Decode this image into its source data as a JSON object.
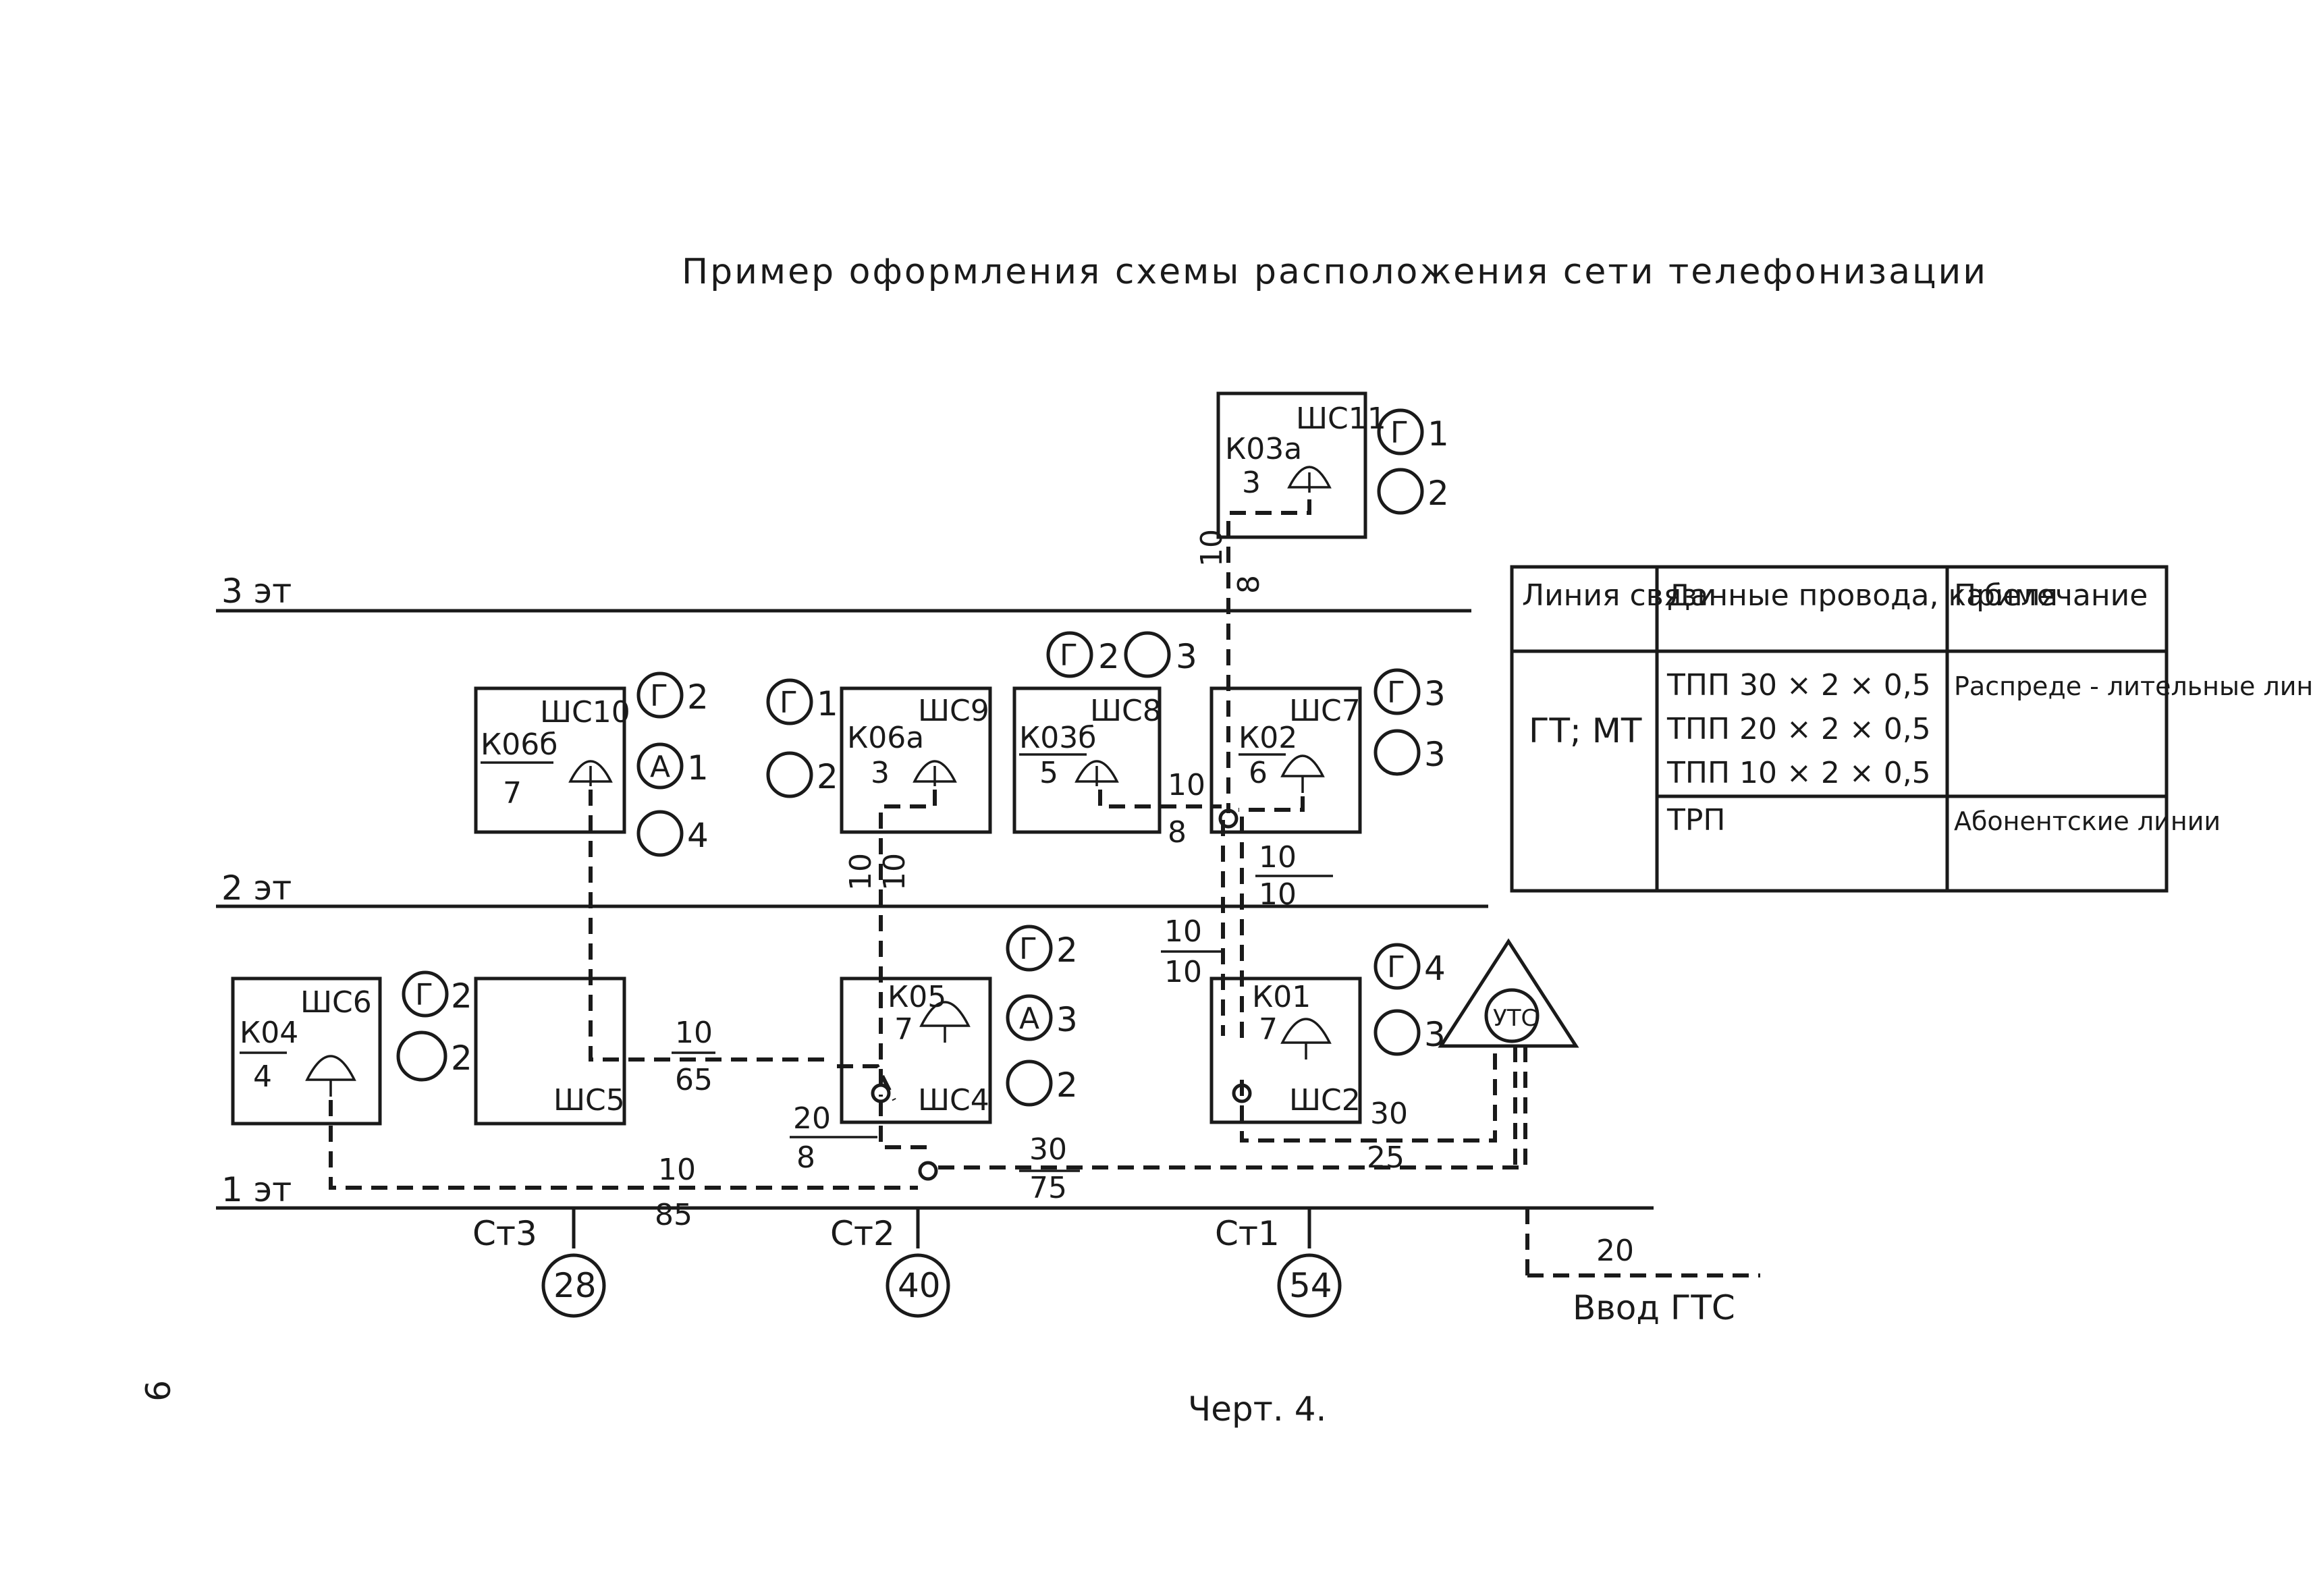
{
  "title": "Пример оформления схемы расположения сети телефонизации",
  "caption": "Черт. 4.",
  "page_number": "9",
  "floors": {
    "f3": "3 эт",
    "f2": "2 эт",
    "f1": "1 эт"
  },
  "cabinets": {
    "shs11": {
      "name": "ШС11",
      "box": "К03а",
      "count": "3",
      "markers": [
        "Г",
        "1",
        "",
        "2"
      ]
    },
    "shs10": {
      "name": "ШС10",
      "box": "К06б",
      "count": "7",
      "markers": [
        "Г",
        "2",
        "А",
        "1",
        "",
        "4"
      ]
    },
    "shs9": {
      "name": "ШС9",
      "box": "К06а",
      "count": "3",
      "markers": [
        "Г",
        "1",
        "",
        "2"
      ]
    },
    "shs8": {
      "name": "ШС8",
      "box": "К03б",
      "count": "5",
      "markers": [
        "Г",
        "2",
        "",
        "3"
      ]
    },
    "shs7": {
      "name": "ШС7",
      "box": "К02",
      "count": "6",
      "markers": [
        "Г",
        "3",
        "",
        "3"
      ]
    },
    "shs6": {
      "name": "ШС6",
      "box": "К04",
      "count": "4",
      "markers": [
        "Г",
        "2",
        "",
        "2"
      ]
    },
    "shs5": {
      "name": "ШС5"
    },
    "shs4": {
      "name": "ШС4",
      "box": "К05",
      "count": "7",
      "markers": [
        "Г",
        "2",
        "А",
        "3",
        "",
        "2"
      ]
    },
    "shs2": {
      "name": "ШС2",
      "box": "К01",
      "count": "7",
      "markers": [
        "Г",
        "4",
        "",
        "3"
      ]
    }
  },
  "cable_labels": {
    "riser_shs11": "10",
    "riser_shs11_b": "8",
    "shs8_out_top": "10",
    "shs8_out_bot": "8",
    "riser_right_a": "10",
    "riser_right_b": "10",
    "riser_left_a": "10",
    "riser_left_b": "10",
    "shs9_down_a": "10",
    "shs9_down_b": "10",
    "shs5_shs4_top": "10",
    "shs5_shs4_bot": "65",
    "shs4_in_top": "20",
    "shs4_in_bot": "8",
    "main_a_top": "10",
    "main_a_bot": "85",
    "main_b_top": "30",
    "main_b_bot": "75",
    "shs2_out_top": "30",
    "shs2_out_bot": "25",
    "gts_in": "20"
  },
  "utc_label": "УТС",
  "risers": [
    {
      "name": "Ст3",
      "count": "28"
    },
    {
      "name": "Ст2",
      "count": "40"
    },
    {
      "name": "Ст1",
      "count": "54"
    }
  ],
  "gts_entry": "Ввод ГТС",
  "table": {
    "headers": [
      "Линия связи",
      "Данные провода, кабеля",
      "Примечание"
    ],
    "line_type": "ГТ; МТ",
    "cables": [
      "ТПП 30 × 2 × 0,5",
      "ТПП 20 × 2 × 0,5",
      "ТПП 10 × 2 × 0,5"
    ],
    "note1": "Распреде - лительные линии",
    "trp": "ТРП",
    "note2": "Абонентские линии"
  }
}
